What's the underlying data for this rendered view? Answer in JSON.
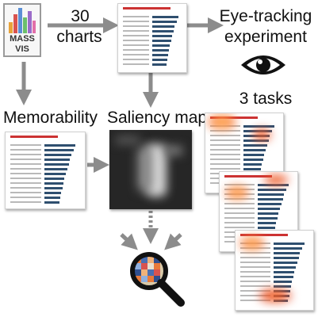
{
  "massvis_logo": {
    "line1": "MASS",
    "line2": "VIS"
  },
  "labels": {
    "charts_count": "30",
    "charts_word": "charts",
    "eye_tracking_line1": "Eye-tracking",
    "eye_tracking_line2": "experiment",
    "tasks": "3 tasks",
    "memorability": "Memorability",
    "saliency_map": "Saliency map"
  },
  "icons": {
    "logo": "bar-chart-logo-icon",
    "eye": "eye-icon",
    "magnifier": "magnifier-icon"
  },
  "colors": {
    "arrow": "#8c8c8c",
    "bar": "#2f4f6f",
    "heat_hot": "#ffe98a",
    "heat_warm": "#ff7a2a",
    "heat_edge": "#d42a1f",
    "saliency_bg": "#202020"
  }
}
